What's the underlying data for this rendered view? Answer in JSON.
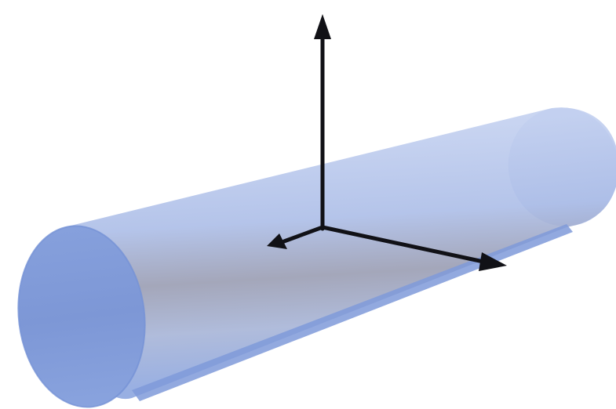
{
  "diagram": {
    "colors": {
      "background": "#ffffff",
      "cylinder_fill_light": "#b9c8ea",
      "cylinder_fill_mid": "#9fb3e0",
      "cylinder_shadow": "#9a9cab",
      "cylinder_cap": "#7f9ad8",
      "cylinder_edge": "#7b96d8",
      "axis_color": "#0f0f14"
    },
    "shapes": {
      "cylinder": "transparent-cylinder",
      "axes": [
        "vertical-axis-arrow",
        "left-axis-arrow",
        "right-axis-arrow"
      ]
    }
  }
}
